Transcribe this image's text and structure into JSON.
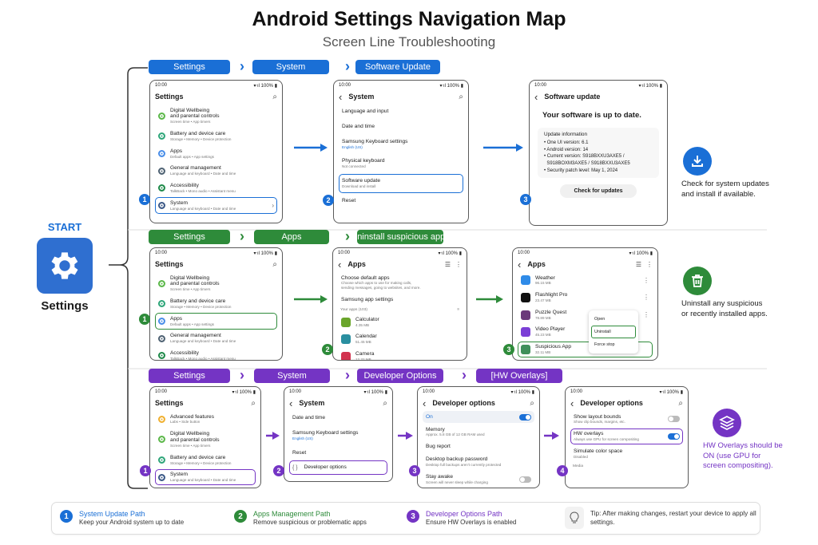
{
  "title": "Android Settings Navigation Map",
  "subtitle": "Screen Line Troubleshooting",
  "start": {
    "label": "START",
    "app_label": "Settings",
    "icon": "gear-icon"
  },
  "status_bar": {
    "time": "10:00",
    "battery": "100%"
  },
  "rows": [
    {
      "color": "#1a6fd6",
      "breadcrumbs": [
        "Settings",
        "System",
        "Software Update"
      ],
      "callout": {
        "icon": "download-icon",
        "text": "Check for system updates and install if available."
      },
      "phones": [
        {
          "title": "Settings",
          "back": false,
          "actions": [
            "search-icon"
          ],
          "badge": "1",
          "items": [
            {
              "title": "Digital Wellbeing\nand parental controls",
              "sub": "Screen time • App timers",
              "icon": "#5cb84a"
            },
            {
              "title": "Battery and device care",
              "sub": "Storage • Memory • Device protection",
              "icon": "#2fa67a"
            },
            {
              "title": "Apps",
              "sub": "Default apps • App settings",
              "icon": "#4a8ee8"
            },
            {
              "title": "General management",
              "sub": "Language and keyboard • Date and time",
              "icon": "#4f6273"
            },
            {
              "title": "Accessibility",
              "sub": "TalkBack • Mono audio • Assistant menu",
              "icon": "#1f8a4a"
            },
            {
              "title": "System",
              "sub": "Language and keyboard • Date and time",
              "icon": "#3d5a88",
              "highlight": true,
              "chevron": true
            }
          ]
        },
        {
          "title": "System",
          "back": true,
          "actions": [
            "search-icon"
          ],
          "badge": "2",
          "items": [
            {
              "title": "Language and input"
            },
            {
              "title": "Date and time"
            },
            {
              "title": "Samsung Keyboard settings",
              "sub": "English (US)",
              "sub_accent": true
            },
            {
              "title": "Physical keyboard",
              "sub": "Not connected"
            },
            {
              "title": "Software update",
              "sub": "Download and install",
              "highlight": true
            },
            {
              "title": "Reset"
            }
          ]
        },
        {
          "title": "Software update",
          "back": true,
          "actions": [],
          "badge": "3",
          "headline": "Your software is up to date.",
          "info": {
            "title": "Update information",
            "lines": [
              "• One UI version: 6.1",
              "• Android version: 14",
              "• Current version: S918BXXU3AXE5 /",
              "  S918BOXM3AXE5 / S918BXXU3AXE5",
              "• Security patch level: May 1, 2024"
            ]
          },
          "button": "Check for updates"
        }
      ]
    },
    {
      "color": "#2e8b3a",
      "breadcrumbs": [
        "Settings",
        "Apps",
        "[Uninstall suspicious apps]"
      ],
      "callout": {
        "icon": "trash-icon",
        "text": "Uninstall any suspicious or recently installed apps."
      },
      "phones": [
        {
          "title": "Settings",
          "back": false,
          "actions": [
            "search-icon"
          ],
          "badge": "1",
          "items": [
            {
              "title": "Digital Wellbeing\nand parental controls",
              "sub": "Screen time • App timers",
              "icon": "#5cb84a"
            },
            {
              "title": "Battery and device care",
              "sub": "Storage • Memory • Device protection",
              "icon": "#2fa67a"
            },
            {
              "title": "Apps",
              "sub": "Default apps • App settings",
              "icon": "#4a8ee8",
              "highlight": true
            },
            {
              "title": "General management",
              "sub": "Language and keyboard • Date and time",
              "icon": "#4f6273"
            },
            {
              "title": "Accessibility",
              "sub": "TalkBack • Mono audio • Assistant menu",
              "icon": "#1f8a4a"
            }
          ]
        },
        {
          "title": "Apps",
          "back": true,
          "actions": [
            "filter-icon",
            "more-icon"
          ],
          "badge": "2",
          "items": [
            {
              "title": "Choose default apps",
              "sub": "Choose which apps to use for making calls,\nsending messages, going to websites, and more."
            },
            {
              "title": "Samsung app settings"
            },
            {
              "section": "Your apps (103)"
            },
            {
              "title": "Calculator",
              "sub": "4.35 MB",
              "app_icon": "#6aa52b"
            },
            {
              "title": "Calendar",
              "sub": "51.45 MB",
              "app_icon": "#2a8fa0"
            },
            {
              "title": "Camera",
              "sub": "12.32 MB",
              "app_icon": "#d2334f"
            }
          ]
        },
        {
          "title": "Apps",
          "back": true,
          "actions": [
            "filter-icon",
            "more-icon"
          ],
          "badge": "3",
          "items": [
            {
              "title": "Weather",
              "sub": "96.15 MB",
              "app_icon": "#2f8be8",
              "more": true
            },
            {
              "title": "Flashlight Pro",
              "sub": "23.47 MB",
              "app_icon": "#111111",
              "more": true
            },
            {
              "title": "Puzzle Quest",
              "sub": "78.89 MB",
              "app_icon": "#6b3a7a",
              "more": true
            },
            {
              "title": "Video Player",
              "sub": "45.23 MB",
              "app_icon": "#7b3fd6"
            },
            {
              "title": "Suspicious App",
              "sub": "32.11 MB",
              "app_icon": "#3f8f5a",
              "highlight": true
            }
          ],
          "menu": {
            "items": [
              "Open",
              "Uninstall",
              "Force stop"
            ],
            "selected": 1
          }
        }
      ]
    },
    {
      "color": "#7434c4",
      "breadcrumbs": [
        "Settings",
        "System",
        "Developer Options",
        "[HW Overlays]"
      ],
      "callout": {
        "icon": "layers-icon",
        "text": "HW Overlays should be ON (use GPU for screen compositing)."
      },
      "phones": [
        {
          "title": "Settings",
          "back": false,
          "actions": [
            "search-icon"
          ],
          "badge": "1",
          "items": [
            {
              "title": "Advanced features",
              "sub": "Labs • Side button",
              "icon": "#f0b030"
            },
            {
              "title": "Digital Wellbeing\nand parental controls",
              "sub": "Screen time • App timers",
              "icon": "#5cb84a"
            },
            {
              "title": "Battery and device care",
              "sub": "Storage • Memory • Device protection",
              "icon": "#2fa67a"
            },
            {
              "title": "System",
              "sub": "Language and keyboard • Date and time",
              "icon": "#3d5a88",
              "highlight": true
            }
          ]
        },
        {
          "title": "System",
          "back": true,
          "actions": [
            "search-icon"
          ],
          "badge": "2",
          "items": [
            {
              "title": "Date and time"
            },
            {
              "title": "Samsung Keyboard settings",
              "sub": "English (US)",
              "sub_accent": true
            },
            {
              "title": "Reset"
            },
            {
              "title": "Developer options",
              "prefix": "{ }",
              "highlight": true
            }
          ]
        },
        {
          "title": "Developer options",
          "back": true,
          "actions": [
            "search-icon"
          ],
          "badge": "3",
          "items": [
            {
              "title": "On",
              "toggle": "on",
              "accent_row": true
            },
            {
              "title": "Memory",
              "sub": "Approx. 5.8 GB of 12 GB RAM used"
            },
            {
              "title": "Bug report"
            },
            {
              "title": "Desktop backup password",
              "sub": "Desktop full backups aren't currently protected"
            },
            {
              "title": "Stay awake",
              "sub": "Screen will never sleep while charging",
              "toggle": "off"
            }
          ]
        },
        {
          "title": "Developer options",
          "back": true,
          "actions": [
            "search-icon"
          ],
          "badge": "4",
          "items": [
            {
              "title": "Show layout bounds",
              "sub": "Show clip bounds, margins, etc.",
              "toggle": "off"
            },
            {
              "title": "HW overlays",
              "sub": "Always use GPU for screen compositing",
              "toggle": "on",
              "highlight": true
            },
            {
              "title": "Simulate color space",
              "sub": "Disabled"
            },
            {
              "section": "Media"
            }
          ]
        }
      ]
    }
  ],
  "legend": [
    {
      "num": "1",
      "title": "System Update Path",
      "desc": "Keep your Android system up to date",
      "color": "#1a6fd6"
    },
    {
      "num": "2",
      "title": "Apps Management Path",
      "desc": "Remove suspicious or problematic apps",
      "color": "#2e8b3a"
    },
    {
      "num": "3",
      "title": "Developer Options Path",
      "desc": "Ensure HW Overlays is enabled",
      "color": "#7434c4"
    }
  ],
  "tip": {
    "icon": "lightbulb-icon",
    "text": "Tip: After making changes, restart your device to apply all settings."
  }
}
